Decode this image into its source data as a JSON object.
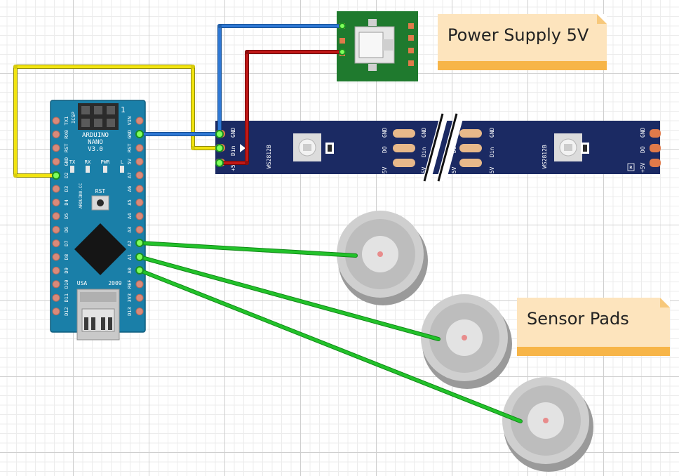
{
  "notes": {
    "power": "Power Supply 5V",
    "sensors": "Sensor Pads"
  },
  "arduino": {
    "title_line1": "ARDUINO",
    "title_line2": "NANO",
    "title_line3": "V3.0",
    "icsp": "ICSP",
    "pin1": "1",
    "made_in": "USA",
    "year": "2009",
    "brand": "ARDUINO.CC",
    "rst_button": "RST",
    "leds": [
      "TX",
      "RX",
      "PWR",
      "L"
    ],
    "left_pins": [
      "TX1",
      "RX0",
      "RST",
      "GND",
      "D2",
      "D3",
      "D4",
      "D5",
      "D6",
      "D7",
      "D8",
      "D9",
      "D10",
      "D11",
      "D12"
    ],
    "right_pins": [
      "VIN",
      "GND",
      "RST",
      "5V",
      "A7",
      "A6",
      "A5",
      "A4",
      "A3",
      "A2",
      "A1",
      "A0",
      "REF",
      "3V3",
      "D13"
    ]
  },
  "strip": {
    "chip": "WS2812B",
    "pads_in": [
      "+5",
      "Din",
      "GND"
    ],
    "pads_mid_out": [
      "+5V",
      "DO",
      "GND"
    ],
    "pads_mid_in": [
      "+5V",
      "Din",
      "GND"
    ],
    "pads_end": [
      "+5V",
      "DO",
      "GND"
    ],
    "mark": "R"
  },
  "colors": {
    "wire_yellow": "#f2e40f",
    "wire_blue": "#2f78d4",
    "wire_red": "#b51414",
    "wire_green": "#22c22a",
    "arduino_board": "#1a7fa8",
    "strip": "#1b2a63",
    "psu_board": "#1f7a2e",
    "note_fill": "#fde4bd",
    "note_bar": "#f7b548"
  }
}
